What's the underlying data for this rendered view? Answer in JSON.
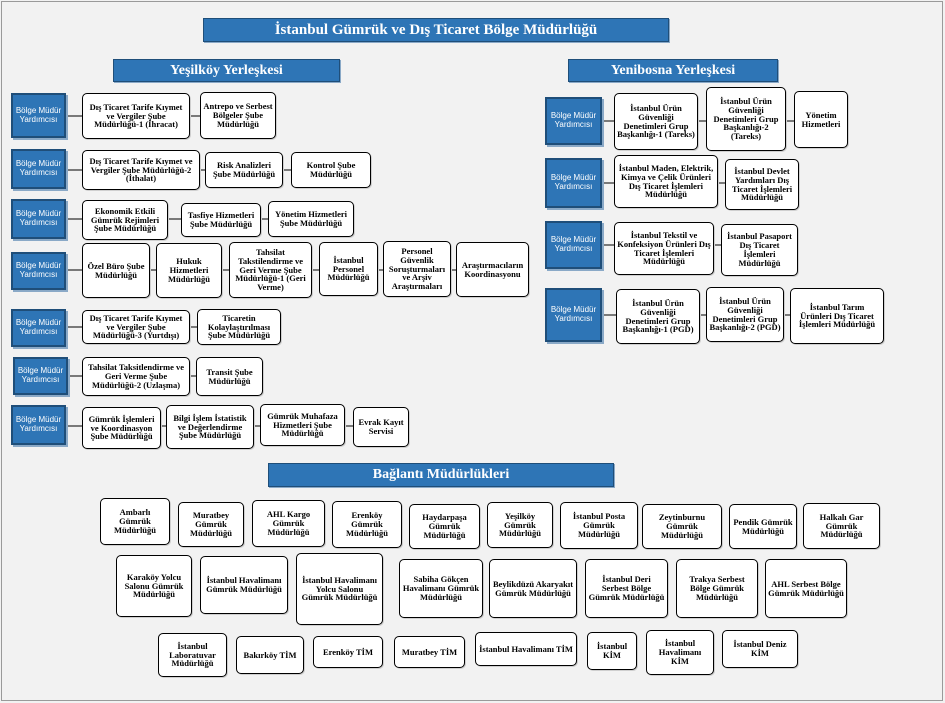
{
  "title": "İstanbul Gümrük ve Dış Ticaret Bölge Müdürlüğü",
  "yesilkoy": {
    "title": "Yeşilköy Yerleşkesi",
    "rows": [
      {
        "head": "Bölge Müdür Yardımcısı",
        "items": [
          "Dış Ticaret Tarife Kıymet ve Vergiler Şube Müdürlüğü-1 (İhracat)",
          "Antrepo ve Serbest Bölgeler Şube Müdürlüğü"
        ]
      },
      {
        "head": "Bölge Müdür Yardımcısı",
        "items": [
          "Dış Ticaret Tarife Kıymet ve Vergiler Şube Müdürlüğü-2 (İthalat)",
          "Risk Analizleri Şube Müdürlüğü",
          "Kontrol Şube Müdürlüğü"
        ]
      },
      {
        "head": "Bölge Müdür Yardımcısı",
        "items": [
          "Ekonomik Etkili Gümrük Rejimleri Şube Müdürlüğü",
          "Tasfiye Hizmetleri Şube Müdürlüğü",
          "Yönetim Hizmetleri Şube Müdürlüğü"
        ]
      },
      {
        "head": "Bölge Müdür Yardımcısı",
        "items": [
          "Özel Büro Şube Müdürlüğü",
          "Hukuk Hizmetleri Müdürlüğü",
          "Tahsilat Takstilendirme ve Geri Verme Şube Müdürlüğü-1 (Geri Verme)",
          "İstanbul Personel Müdürlüğü",
          "Personel Güvenlik Soruşturmaları ve Arşiv Araştırmaları",
          "Araştırmacıların Koordinasyonu"
        ]
      },
      {
        "head": "Bölge Müdür Yardımcısı",
        "items": [
          "Dış Ticaret Tarife Kıymet ve Vergiler Şube Müdürlüğü-3 (Yurtdışı)",
          "Ticaretin Kolaylaştırılması Şube Müdürlüğü"
        ]
      },
      {
        "head": "Bölge Müdür Yardımcısı",
        "items": [
          "Tahsilat Taksitlendirme ve Geri Verme Şube Müdürlüğü-2 (Uzlaşma)",
          "Transit Şube Müdürlüğü"
        ]
      },
      {
        "head": "Bölge Müdür Yardımcısı",
        "items": [
          "Gümrük İşlemleri ve Koordinasyon Şube Müdürlüğü",
          "Bilgi İşlem İstatistik ve Değerlendirme Şube Müdürlüğü",
          "Gümrük Muhafaza Hizmetleri Şube Müdürlüğü",
          "Evrak Kayıt Servisi"
        ]
      }
    ]
  },
  "yenibosna": {
    "title": "Yenibosna Yerleşkesi",
    "rows": [
      {
        "head": "Bölge Müdür Yardımcısı",
        "items": [
          "İstanbul Ürün Güvenliği Denetimleri Grup Başkanlığı-1 (Tareks)",
          "İstanbul Ürün Güvenliği Denetimleri Grup Başkanlığı-2 (Tareks)",
          "Yönetim Hizmetleri"
        ]
      },
      {
        "head": "Bölge Müdür Yardımcısı",
        "items": [
          "İstanbul Maden, Elektrik, Kimya ve Çelik Ürünleri Dış Ticaret İşlemleri Müdürlüğü",
          "İstanbul Devlet Yardımları Dış Ticaret İşlemleri Müdürlüğü"
        ]
      },
      {
        "head": "Bölge Müdür Yardımcısı",
        "items": [
          "İstanbul Tekstil ve Konfeksiyon Ürünleri Dış Ticaret İşlemleri Müdürlüğü",
          "İstanbul Pasaport Dış Ticaret İşlemleri Müdürlüğü"
        ]
      },
      {
        "head": "Bölge Müdür Yardımcısı",
        "items": [
          "İstanbul Ürün Güvenliği Denetimleri Grup Başkanlığı-1 (PGD)",
          "İstanbul Ürün Güvenliği Denetimleri Grup Başkanlığı-2 (PGD)",
          "İstanbul Tarım Ürünleri Dış Ticaret İşlemleri Müdürlüğü"
        ]
      }
    ]
  },
  "baglanti": {
    "title": "Bağlantı Müdürlükleri",
    "row1": [
      "Ambarlı Gümrük Müdürlüğü",
      "Muratbey Gümrük Müdürlüğü",
      "AHL Kargo Gümrük Müdürlüğü",
      "Erenköy Gümrük Müdürlüğü",
      "Haydarpaşa Gümrük Müdürlüğü",
      "Yeşilköy Gümrük Müdürlüğü",
      "İstanbul Posta Gümrük Müdürlüğü",
      "Zeytinburnu Gümrük Müdürlüğü",
      "Pendik Gümrük Müdürlüğü",
      "Halkalı Gar Gümrük Müdürlüğü"
    ],
    "row2": [
      "Karaköy Yolcu Salonu Gümrük Müdürlüğü",
      "İstanbul Havalimanı Gümrük Müdürlüğü",
      "İstanbul Havalimanı Yolcu Salonu Gümrük Müdürlüğü",
      "Sabiha Gökçen Havalimanı Gümrük Müdürlüğü",
      "Beylikdüzü Akaryakıt Gümrük Müdürlüğü",
      "İstanbul Deri Serbest Bölge Gümrük Müdürlüğü",
      "Trakya Serbest Bölge Gümrük Müdürlüğü",
      "AHL Serbest Bölge Gümrük Müdürlüğü"
    ],
    "row3": [
      "İstanbul Laboratuvar Müdürlüğü",
      "Bakırköy TİM",
      "Erenköy TİM",
      "Muratbey TİM",
      "İstanbul Havalimanı TİM",
      "İstanbul KİM",
      "İstanbul Havalimanı KİM",
      "İstanbul Deniz KİM"
    ]
  },
  "colors": {
    "header": "#2e75b6",
    "header_border": "#1f4e79",
    "background": "#f2f2f2"
  }
}
